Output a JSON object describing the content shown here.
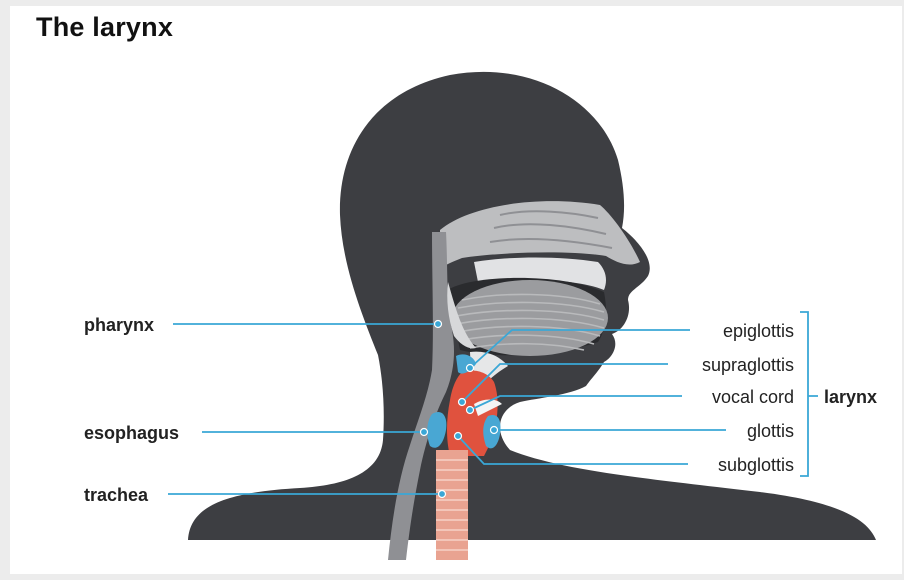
{
  "title": "The larynx",
  "labels": {
    "left": {
      "pharynx": "pharynx",
      "esophagus": "esophagus",
      "trachea": "trachea"
    },
    "right": {
      "epiglottis": "epiglottis",
      "supraglottis": "supraglottis",
      "vocal_cord": "vocal cord",
      "glottis": "glottis",
      "subglottis": "subglottis"
    },
    "group": "larynx"
  },
  "colors": {
    "head": "#3d3e42",
    "airway": "#8f9094",
    "light_gray": "#bdbec0",
    "mucosa": "#d7d8da",
    "larynx_red": "#e0523e",
    "trachea_pink": "#e9a391",
    "cartilage_blue": "#49a7d3",
    "leader_line": "#3aa7d6"
  }
}
